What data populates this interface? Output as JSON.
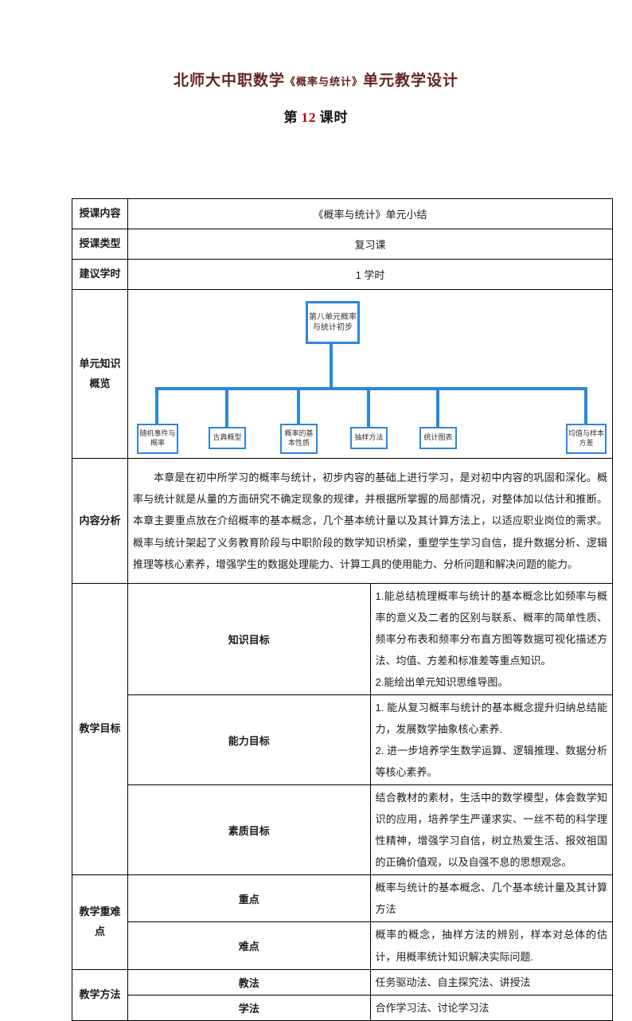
{
  "doc": {
    "title": {
      "prefix": "北师大中职数学",
      "book": "《概率与统计》",
      "suffix": "单元教学设计"
    },
    "lesson": {
      "prefix": "第",
      "number": "12",
      "suffix": "课时"
    }
  },
  "table": {
    "r1": {
      "label": "授课内容",
      "value": "《概率与统计》单元小结"
    },
    "r2": {
      "label": "授课类型",
      "value": "复习课"
    },
    "r3": {
      "label": "建议学时",
      "value": "1 学时"
    },
    "r4": {
      "label": "单元知识概览"
    },
    "r5": {
      "label": "内容分析",
      "value": "本章是在初中所学习的概率与统计，初步内容的基础上进行学习，是对初中内容的巩固和深化。概率与统计就是从量的方面研究不确定现象的规律，并根据所掌握的局部情况，对整体加以估计和推断。本章主要重点放在介绍概率的基本概念，几个基本统计量以及其计算方法上，以适应职业岗位的需求。概率与统计架起了义务教育阶段与中职阶段的数学知识桥梁，重塑学生学习自信，提升数据分析、逻辑推理等核心素养，增强学生的数据处理能力、计算工具的使用能力、分析问题和解决问题的能力。"
    },
    "r6": {
      "label": "教学目标",
      "sub": [
        {
          "label": "知识目标",
          "value": "1.能总结梳理概率与统计的基本概念比如频率与概率的意义及二者的区别与联系、概率的简单性质、频率分布表和频率分布直方图等数据可视化描述方法、均值、方差和标准差等重点知识。\n2.能绘出单元知识思维导图。"
        },
        {
          "label": "能力目标",
          "value": "1. 能从复习概率与统计的基本概念提升归纳总结能力，发展数学抽象核心素养.\n2. 进一步培养学生数学运算、逻辑推理、数据分析等核心素养。"
        },
        {
          "label": "素质目标",
          "value": "结合教材的素材，生活中的数学模型，体会数学知识的应用，培养学生严谨求实、一丝不苟的科学理性精神，增强学习自信，树立热爱生活、报效祖国的正确价值观，以及自强不息的思想观念。"
        }
      ]
    },
    "r7": {
      "label": "教学重难点",
      "sub": [
        {
          "label": "重点",
          "value": "概率与统计的基本概念、几个基本统计量及其计算方法"
        },
        {
          "label": "难点",
          "value": "概率的概念，抽样方法的辨别，样本对总体的估计，用概率统计知识解决实际问题."
        }
      ]
    },
    "r8": {
      "label": "教学方法",
      "sub": [
        {
          "label": "教法",
          "value": "任务驱动法、自主探究法、讲授法"
        },
        {
          "label": "学法",
          "value": "合作学习法、讨论学习法"
        }
      ]
    }
  },
  "diagram": {
    "root": "第八单元概率与统计初步",
    "children": [
      "随机事件与概率",
      "古典概型",
      "概率的基本性质",
      "抽样方法",
      "统计图表",
      "均值与样本方差"
    ]
  },
  "colors": {
    "title": "#632423",
    "lesson_number": "#c00000",
    "diagram_blue": "#2e86de",
    "border": "#000000"
  }
}
